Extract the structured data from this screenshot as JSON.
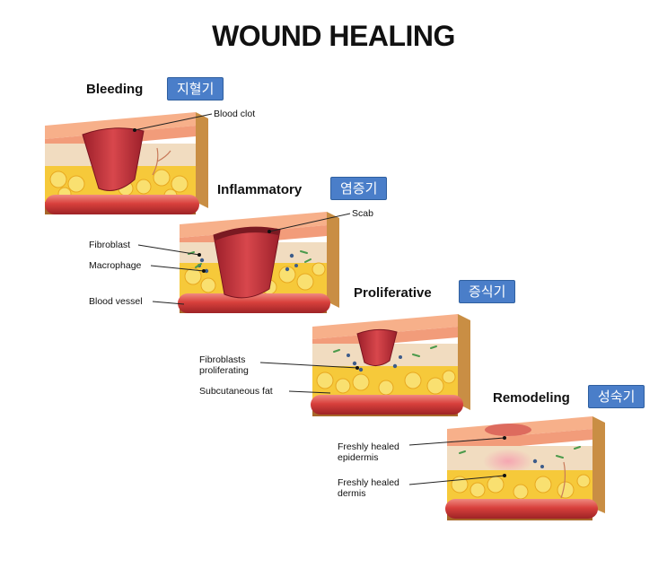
{
  "title": "WOUND HEALING",
  "stages": [
    {
      "label": "Bleeding",
      "ko": "지혈기"
    },
    {
      "label": "Inflammatory",
      "ko": "염증기"
    },
    {
      "label": "Proliferative",
      "ko": "증식기"
    },
    {
      "label": "Remodeling",
      "ko": "성숙기"
    }
  ],
  "annotations": {
    "blood_clot": "Blood clot",
    "scab": "Scab",
    "fibroblast": "Fibroblast",
    "macrophage": "Macrophage",
    "blood_vessel": "Blood vessel",
    "fibroblasts_proliferating": [
      "Fibroblasts",
      "proliferating"
    ],
    "subcutaneous_fat": "Subcutaneous fat",
    "freshly_healed_epidermis": [
      "Freshly healed",
      "epidermis"
    ],
    "freshly_healed_dermis": [
      "Freshly healed",
      "dermis"
    ]
  },
  "colors": {
    "badge": "#4a7ec9",
    "epidermis": "#f4a07a",
    "dermis": "#f1dcc0",
    "fat": "#f6c93a",
    "vessel": "#d8403c",
    "wound": "#c8333a"
  }
}
